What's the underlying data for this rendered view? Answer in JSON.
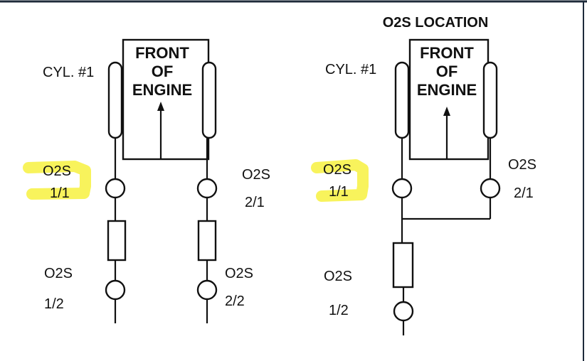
{
  "title": "O2S LOCATION",
  "colors": {
    "ink": "#111111",
    "highlight": "#f7f24a",
    "frame": "#1e2a3a"
  },
  "left_diagram": {
    "cylinder_label": "CYL. #1",
    "engine_lines": [
      "FRONT",
      "OF",
      "ENGINE"
    ],
    "sensors": {
      "s11": {
        "name": "O2S",
        "id": "1/1"
      },
      "s21": {
        "name": "O2S",
        "id": "2/1"
      },
      "s12": {
        "name": "O2S",
        "id": "1/2"
      },
      "s22": {
        "name": "O2S",
        "id": "2/2"
      }
    }
  },
  "right_diagram": {
    "cylinder_label": "CYL. #1",
    "engine_lines": [
      "FRONT",
      "OF",
      "ENGINE"
    ],
    "sensors": {
      "s11": {
        "name": "O2S",
        "id": "1/1"
      },
      "s21": {
        "name": "O2S",
        "id": "2/1"
      },
      "s12": {
        "name": "O2S",
        "id": "1/2"
      }
    }
  }
}
